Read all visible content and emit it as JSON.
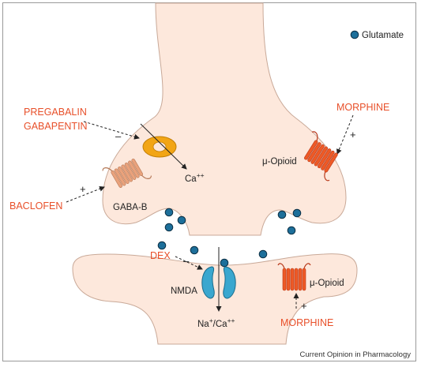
{
  "legend": {
    "glutamate": "Glutamate"
  },
  "drugs": {
    "pregabalin": "PREGABALIN",
    "gabapentin": "GABAPENTIN",
    "morphine_pre": "MORPHINE",
    "baclofen": "BACLOFEN",
    "dex": "DEX",
    "morphine_post": "MORPHINE"
  },
  "receptors": {
    "calcium": {
      "base": "Ca",
      "sup": "++"
    },
    "mu_opioid_pre": "μ-Opioid",
    "gaba_b": "GABA-B",
    "nmda": "NMDA",
    "ions": {
      "na": "Na",
      "sup1": "+",
      "slash": "/Ca",
      "sup2": "++"
    },
    "mu_opioid_post": "μ-Opioid"
  },
  "signs": {
    "pregabalin": "–",
    "morphine_pre": "+",
    "baclofen": "+",
    "dex": "–",
    "morphine_post": "+"
  },
  "credit": "Current Opinion in Pharmacology",
  "colors": {
    "neuron_fill": "#fde8dc",
    "neuron_stroke": "#c9a998",
    "drug_text": "#e8502a",
    "calcium_channel": "#f2a515",
    "gaba_b_receptor": "#e9a27c",
    "opioid_receptor": "#ee5a26",
    "nmda_receptor": "#3aa7cf",
    "glutamate": "#1d6f9a"
  }
}
